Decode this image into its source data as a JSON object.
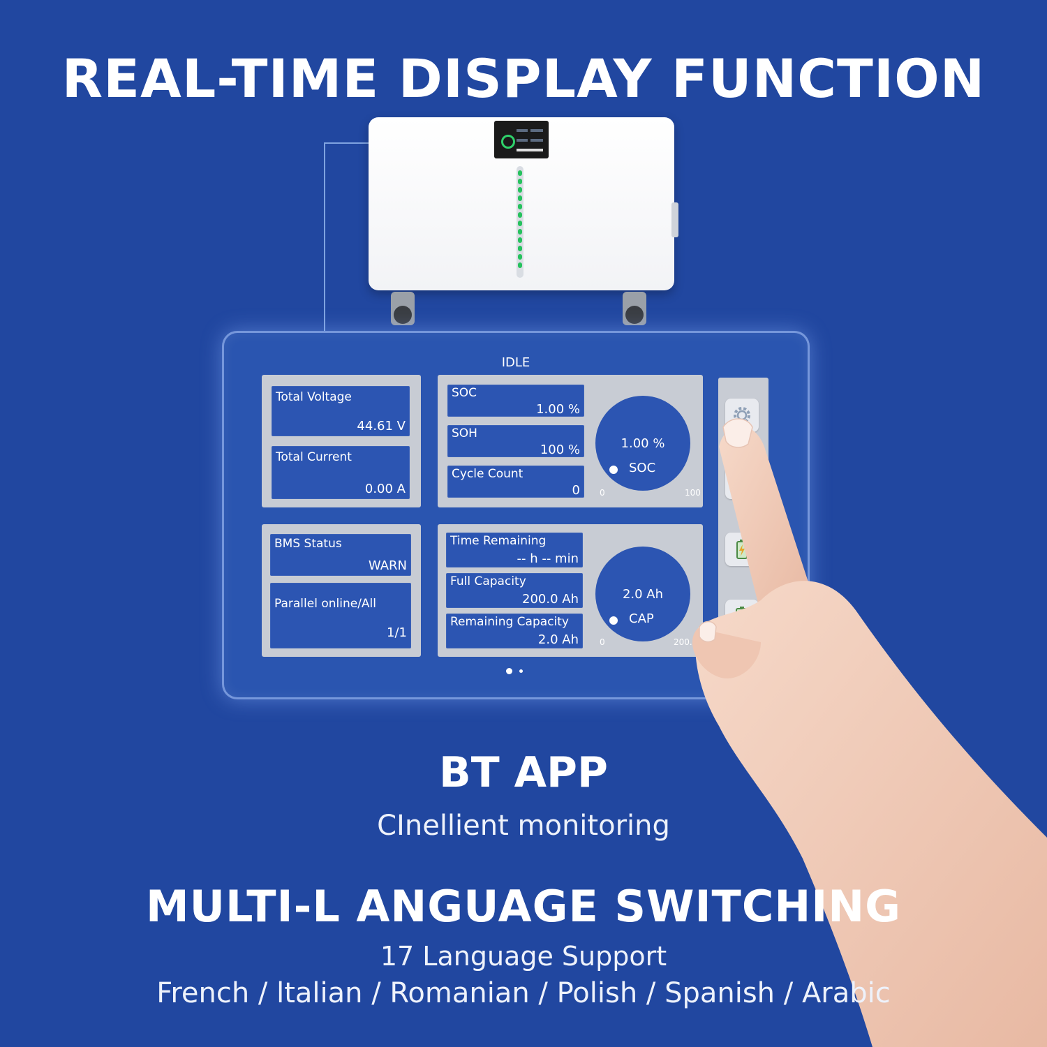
{
  "headline": "REAL-TIME DISPLAY FUNCTION",
  "screen": {
    "status": "IDLE",
    "total_voltage": {
      "label": "Total Voltage",
      "value": "44.61  V"
    },
    "total_current": {
      "label": "Total Current",
      "value": "0.00  A"
    },
    "soc": {
      "label": "SOC",
      "value": "1.00 %"
    },
    "soh": {
      "label": "SOH",
      "value": "100 %"
    },
    "cycle_count": {
      "label": "Cycle Count",
      "value": "0"
    },
    "soc_gauge": {
      "value": "1.00 %",
      "name": "SOC",
      "min": "0",
      "max": "100",
      "fraction": 0.01
    },
    "bms_status": {
      "label": "BMS Status",
      "value": "WARN"
    },
    "parallel": {
      "label": "Parallel online/All",
      "value": "1/1"
    },
    "time_remaining": {
      "label": "Time Remaining",
      "value": "-- h -- min"
    },
    "full_capacity": {
      "label": "Full Capacity",
      "value": "200.0 Ah"
    },
    "remaining_capacity": {
      "label": "Remaining Capacity",
      "value": "2.0 Ah"
    },
    "cap_gauge": {
      "value": "2.0 Ah",
      "name": "CAP",
      "min": "0",
      "max": "200.",
      "fraction": 0.01
    },
    "page_indicator": {
      "pages": 2,
      "active": 1
    }
  },
  "bt_app": {
    "title": "BT APP",
    "subtitle": "CInellient monitoring"
  },
  "multi_language": {
    "title": "MULTI-L ANGUAGE SWITCHING",
    "subtitle": "17 Language Support",
    "languages": "French / ltalian / Romanian / Polish / Spanish / Arabic"
  },
  "colors": {
    "background": "#2147a0",
    "cell": "#2c55b2",
    "panel": "#c8ccd4",
    "led": "#26c25e"
  },
  "icons": [
    "gear-icon",
    "battery-charge-icon",
    "battery-heart-icon"
  ]
}
